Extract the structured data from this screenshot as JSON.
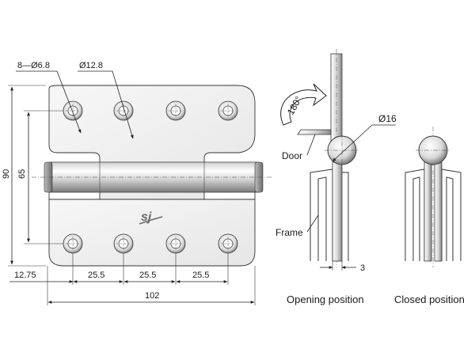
{
  "front_view": {
    "holes_label": "8—Ø6.8",
    "countersink_label": "Ø12.8",
    "height_overall": "90",
    "height_holes": "65",
    "edge_offset": "12.75",
    "pitch_1": "25.5",
    "pitch_2": "25.5",
    "pitch_3": "25.5",
    "width_overall": "102",
    "logo_text": "sj"
  },
  "side_view": {
    "rotation_label": "180°",
    "pin_diameter_label": "Ø16",
    "door_label": "Door",
    "frame_label": "Frame",
    "gap_label": "3",
    "opening_caption": "Opening position",
    "closed_caption": "Closed position"
  }
}
